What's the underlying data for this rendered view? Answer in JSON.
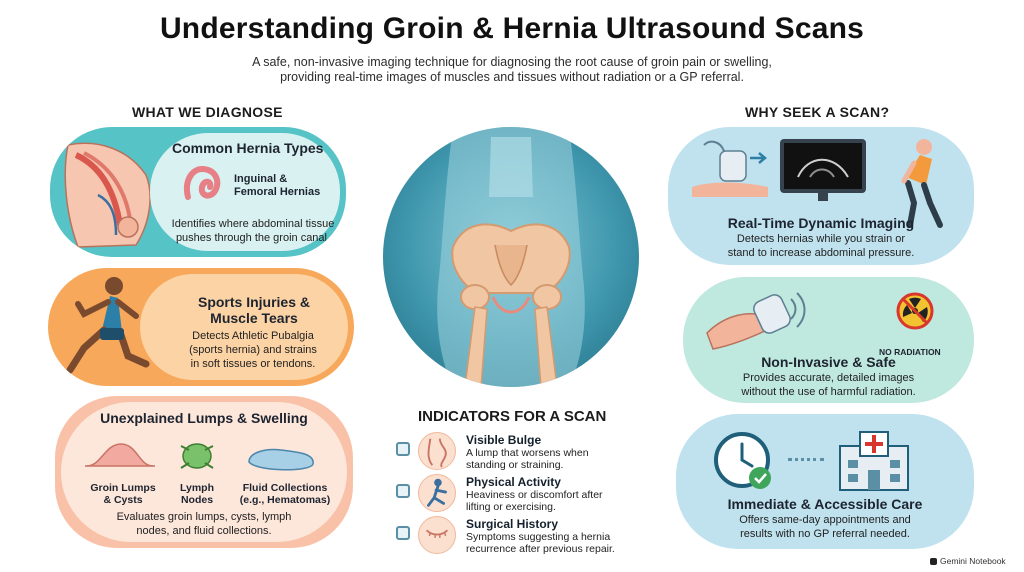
{
  "header": {
    "title": "Understanding Groin & Hernia Ultrasound Scans",
    "subtitle_line1": "A safe, non-invasive imaging technique for diagnosing the root cause of groin pain or swelling,",
    "subtitle_line2": "providing real-time images of muscles and tissues without radiation or a GP referral."
  },
  "left": {
    "heading": "WHAT WE DIAGNOSE",
    "hernia": {
      "title": "Common Hernia Types",
      "sub_line1": "Inguinal &",
      "sub_line2": "Femoral Hernias",
      "desc_line1": "Identifies where abdominal tissue",
      "desc_line2": "pushes through the groin canal."
    },
    "sports": {
      "title_line1": "Sports Injuries &",
      "title_line2": "Muscle Tears",
      "desc_line1": "Detects Athletic Pubalgia",
      "desc_line2": "(sports hernia) and strains",
      "desc_line3": "in soft tissues or tendons."
    },
    "lumps": {
      "title": "Unexplained Lumps & Swelling",
      "item1_line1": "Groin Lumps",
      "item1_line2": "& Cysts",
      "item2_line1": "Lymph",
      "item2_line2": "Nodes",
      "item3_line1": "Fluid Collections",
      "item3_line2": "(e.g., Hematomas)",
      "desc_line1": "Evaluates groin lumps, cysts, lymph",
      "desc_line2": "nodes, and fluid collections."
    }
  },
  "center": {
    "indicators_heading": "INDICATORS FOR A SCAN",
    "indicators": [
      {
        "title": "Visible Bulge",
        "desc_line1": "A lump that worsens when",
        "desc_line2": "standing or straining."
      },
      {
        "title": "Physical Activity",
        "desc_line1": "Heaviness or discomfort after",
        "desc_line2": "lifting or exercising."
      },
      {
        "title": "Surgical History",
        "desc_line1": "Symptoms suggesting a hernia",
        "desc_line2": "recurrence after previous repair."
      }
    ]
  },
  "right": {
    "heading": "WHY SEEK A SCAN?",
    "realtime": {
      "title": "Real-Time Dynamic Imaging",
      "desc_line1": "Detects hernias while you strain or",
      "desc_line2": "stand to increase abdominal pressure."
    },
    "safe": {
      "title": "Non-Invasive & Safe",
      "badge": "NO RADIATION",
      "desc_line1": "Provides accurate, detailed images",
      "desc_line2": "without the use of harmful radiation."
    },
    "care": {
      "title": "Immediate & Accessible Care",
      "desc_line1": "Offers same-day appointments and",
      "desc_line2": "results with no GP referral needed."
    }
  },
  "footer": {
    "brand": "Gemini Notebook"
  },
  "colors": {
    "teal": "#56c3c7",
    "orange": "#f7a85a",
    "peach": "#f9c2a8",
    "light_blue": "#bfe2ee",
    "mint": "#bfe8df",
    "skin": "#f4a98a"
  },
  "icons": [
    "groin-anatomy-icon",
    "hernia-loop-icon",
    "runner-icon",
    "lump-icon",
    "lymph-node-icon",
    "fluid-collection-icon",
    "pelvis-body-icon",
    "ultrasound-probe-icon",
    "monitor-icon",
    "straining-man-icon",
    "hand-probe-icon",
    "no-radiation-icon",
    "clock-icon",
    "hospital-icon",
    "checkbox-icon"
  ]
}
